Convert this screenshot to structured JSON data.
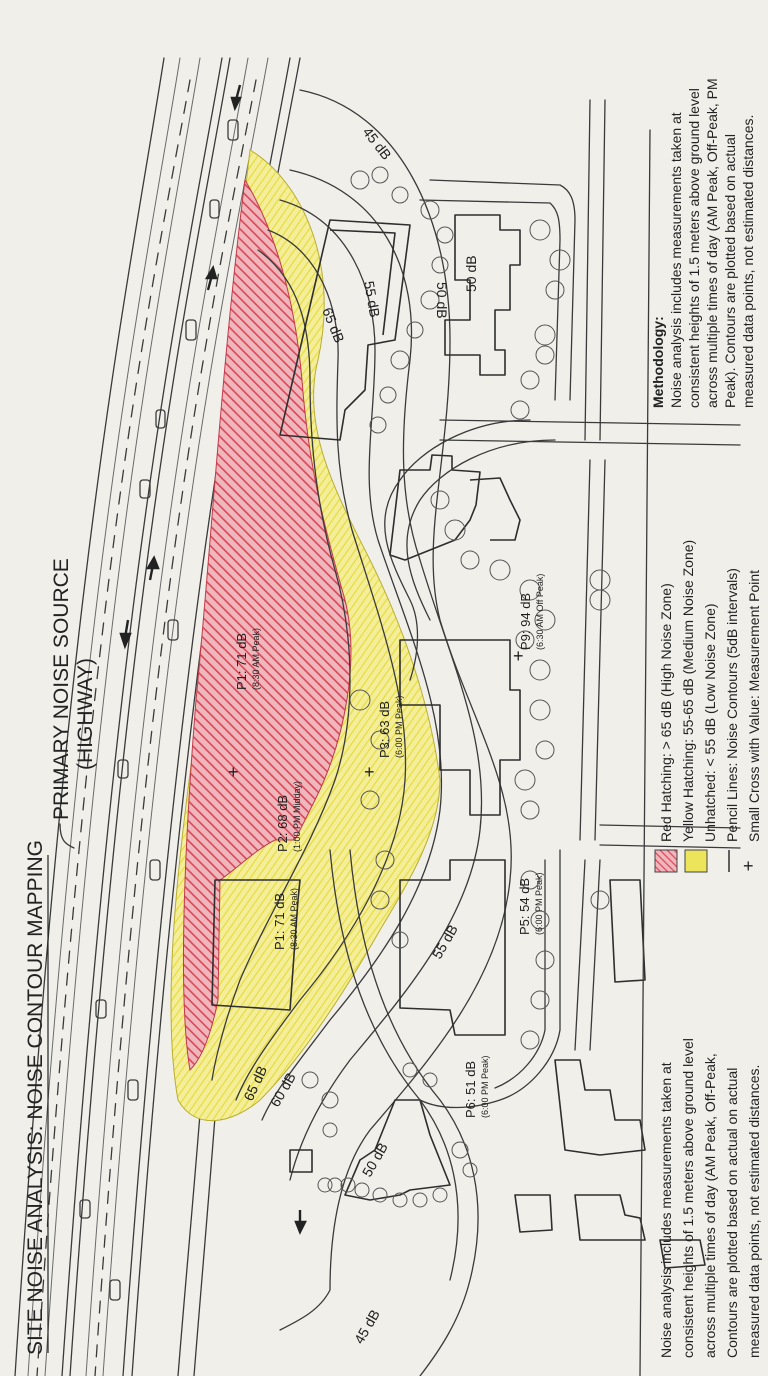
{
  "page": {
    "title": "SITE NOISE ANALYSIS:  NOISE CONTOUR MAPPING",
    "source_label_line1": "PRIMARY NOISE SOURCE",
    "source_label_line2": "(HIGHWAY)"
  },
  "colors": {
    "high_zone": "#d9475a",
    "medium_zone": "#ece45a",
    "paper": "#f1efea",
    "pencil": "#3a3a3a"
  },
  "contours": [
    {
      "text": "45 dB"
    },
    {
      "text": "50 dB"
    },
    {
      "text": "55 dB"
    },
    {
      "text": "60 dB"
    },
    {
      "text": "65 dB"
    }
  ],
  "points": [
    {
      "id": "P1a",
      "name": "P1: 71 dB",
      "time": "(8:30 AM Peak)"
    },
    {
      "id": "P1b",
      "name": "P1: 71 dB",
      "time": "(8:30 AM Peak)"
    },
    {
      "id": "P2",
      "name": "P2: 68 dB",
      "time": "(1:00 PM Midday)"
    },
    {
      "id": "P3",
      "name": "P3: 63 dB",
      "time": "(6:00 PM Peak)"
    },
    {
      "id": "P5",
      "name": "P5: 54 dB",
      "time": "(6:00 PM Peak)"
    },
    {
      "id": "P6",
      "name": "P6: 51 dB",
      "time": "(6:00 PM Peak)"
    },
    {
      "id": "P9",
      "name": "P9: 94 dB",
      "time": "(6:30 AM Off Peak)"
    }
  ],
  "legend": {
    "items": [
      {
        "text": "Red Hatching: > 65 dB (High Noise Zone)"
      },
      {
        "text": "Yellow Hatching: 55-65 dB (Medium Noise Zone)"
      },
      {
        "text": "Unhatched: < 55 dB (Low Noise Zone)"
      },
      {
        "text": "Pencil Lines: Noise Contours (5dB intervals)"
      },
      {
        "text": "Small Cross with Value: Measurement Point"
      }
    ]
  },
  "notes": {
    "left_lines": [
      "Noise analysis includes measurements taken at",
      "consistent heights of 1.5 meters above ground level",
      "across multiple times of day (AM Peak, Off-Peak,",
      "Contours are plotted based on actual on actual",
      "measured data points, not estimated distances."
    ],
    "methodology_title": "Methodology:",
    "methodology_lines": [
      "Noise analysis includes measurements taken at",
      "consistent heights of 1.5 meters above ground level",
      "across multiple times of day (AM Peak, Off-Peak, PM",
      "Peak).  Contours are plotted based on actual",
      "measured data points, not estimated distances."
    ]
  }
}
